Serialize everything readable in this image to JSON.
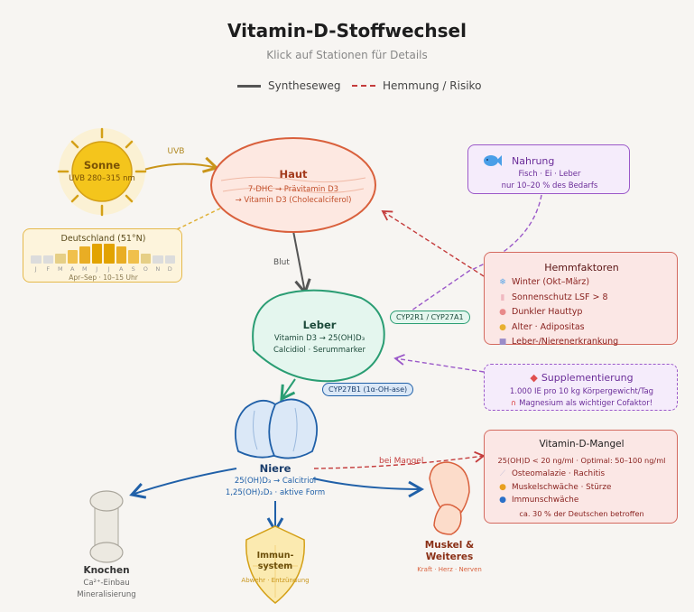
{
  "header": {
    "title": "Vitamin-D-Stoffwechsel",
    "subtitle": "Klick auf Stationen für Details"
  },
  "legend": [
    {
      "label": "Syntheseweg",
      "style": "solid",
      "color": "#555555"
    },
    {
      "label": "Hemmung / Risiko",
      "style": "dashed",
      "color": "#c43c3c"
    }
  ],
  "nodes": {
    "sonne": {
      "title": "Sonne",
      "sub": "UVB 280–315 nm"
    },
    "haut": {
      "title": "Haut",
      "line1": "7-DHC → Prävitamin D3",
      "line2": "→ Vitamin D3 (Cholecalciferol)"
    },
    "leber": {
      "title": "Leber",
      "line1": "Vitamin D3 → 25(OH)D₃",
      "line2": "Calcidiol · Serummarker"
    },
    "niere": {
      "title": "Niere",
      "line1": "25(OH)D₃ → Calcitriol",
      "line2": "1,25(OH)₂D₃ · aktive Form"
    },
    "knochen": {
      "title": "Knochen",
      "line1": "Ca²⁺-Einbau",
      "line2": "Mineralisierung"
    },
    "immun": {
      "title1": "Immun-",
      "title2": "system",
      "sub": "Abwehr · Entzündung"
    },
    "muskel": {
      "title1": "Muskel &",
      "title2": "Weiteres",
      "sub": "Kraft · Herz · Nerven"
    }
  },
  "edges": {
    "uvb": "UVB",
    "blut": "Blut",
    "bei_mangel": "bei Mangel",
    "enzyme_leber": "CYP2R1 / CYP27A1",
    "enzyme_niere": "CYP27B1 (1α-OH-ase)"
  },
  "deutschland": {
    "title": "Deutschland (51°N)",
    "months": [
      "J",
      "F",
      "M",
      "A",
      "M",
      "J",
      "J",
      "A",
      "S",
      "O",
      "N",
      "D"
    ],
    "uv_level": [
      0,
      0,
      1,
      2,
      3,
      4,
      4,
      3,
      2,
      1,
      0,
      0
    ],
    "footer": "Apr–Sep · 10–15 Uhr"
  },
  "nahrung": {
    "icon": "fish-icon",
    "title": "Nahrung",
    "line1": "Fisch · Ei · Leber",
    "line2": "nur 10–20 % des Bedarfs"
  },
  "hemmfaktoren": {
    "title": "Hemmfaktoren",
    "items": [
      {
        "icon": "snowflake-icon",
        "glyph": "❄",
        "label": "Winter (Okt–März)"
      },
      {
        "icon": "sunscreen-icon",
        "glyph": "▮",
        "label": "Sonnenschutz LSF > 8"
      },
      {
        "icon": "palette-icon",
        "glyph": "●",
        "label": "Dunkler Hauttyp"
      },
      {
        "icon": "elderly-icon",
        "glyph": "●",
        "label": "Alter · Adipositas"
      },
      {
        "icon": "hospital-icon",
        "glyph": "■",
        "label": "Leber-/Nierenerkrankung"
      }
    ]
  },
  "supplement": {
    "icon": "pill-icon",
    "title": "Supplementierung",
    "line1": "1.000 IE pro 10 kg Körpergewicht/Tag",
    "line2_icon": "magnet-icon",
    "line2": "Magnesium als wichtiger Cofaktor!"
  },
  "mangel": {
    "title": "Vitamin-D-Mangel",
    "line1": "25(OH)D < 20 ng/ml · Optimal: 50–100 ng/ml",
    "items": [
      {
        "icon": "bone-icon",
        "glyph": "⟋",
        "label": "Osteomalazie · Rachitis"
      },
      {
        "icon": "muscle-icon",
        "glyph": "●",
        "label": "Muskelschwäche · Stürze"
      },
      {
        "icon": "shield-icon",
        "glyph": "●",
        "label": "Immunschwäche"
      }
    ],
    "footer": "ca. 30 % der Deutschen betroffen"
  },
  "colors": {
    "synthese": "#555555",
    "hemmung": "#c43c3c",
    "supplement": "#9b59c9",
    "niere": "#2060a8",
    "leber": "#2a9d73",
    "sonne": "#d4a017"
  }
}
